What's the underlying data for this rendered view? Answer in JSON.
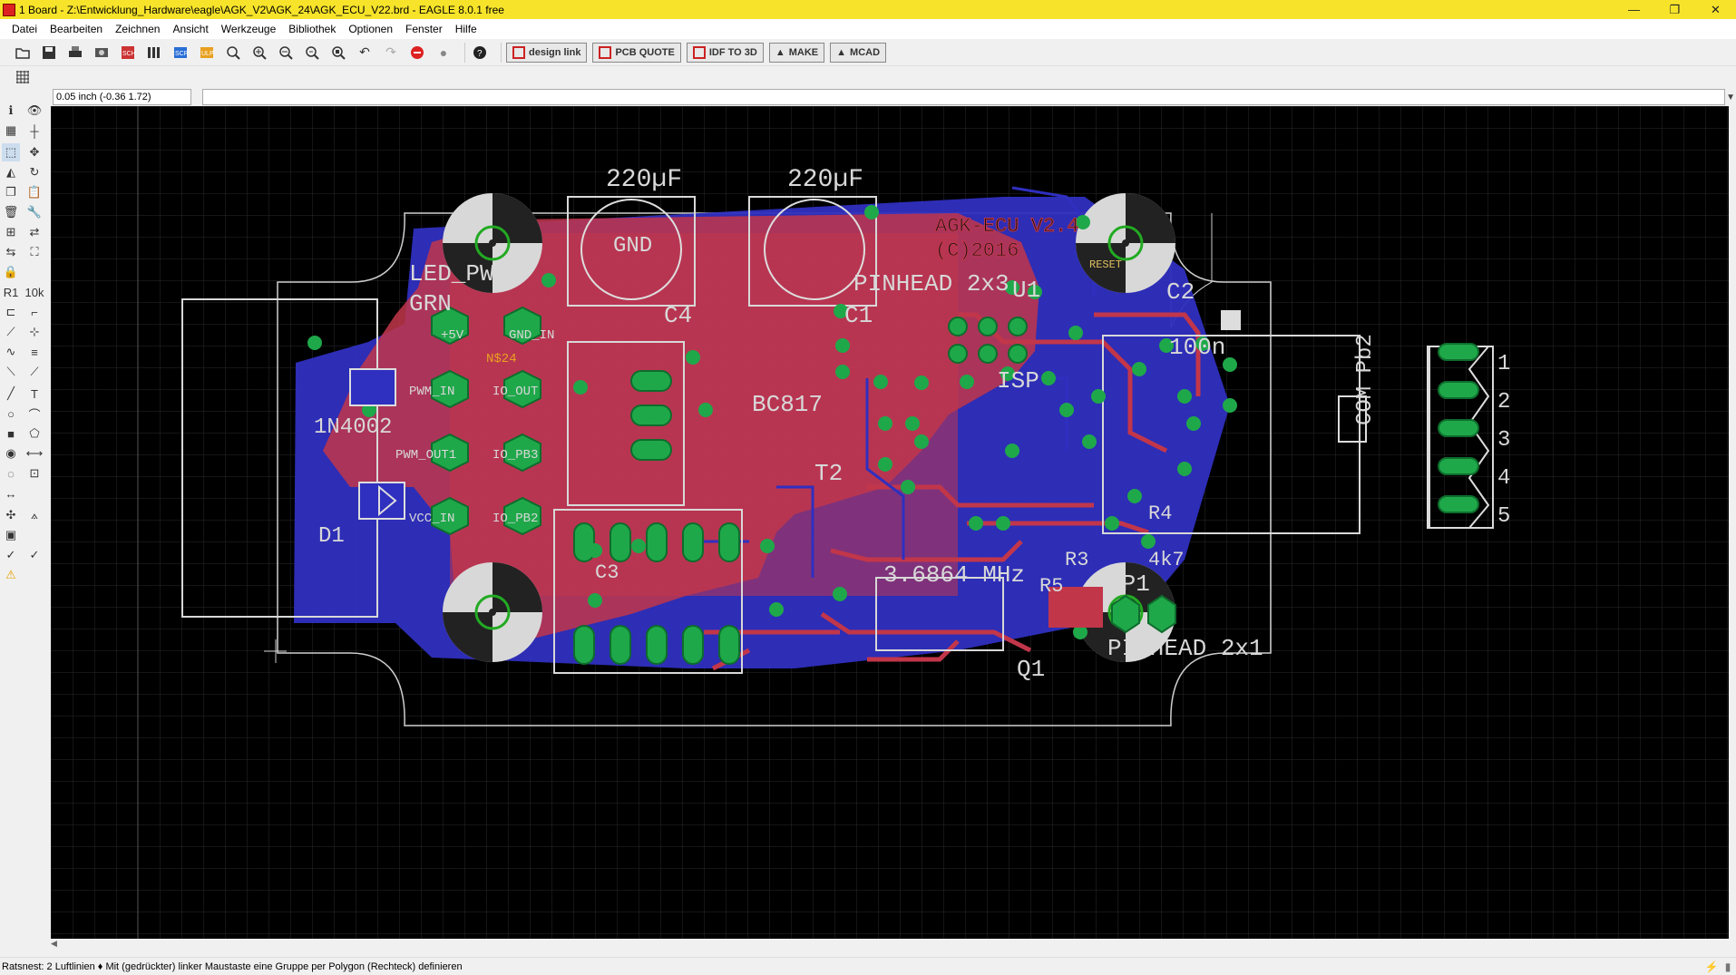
{
  "window": {
    "title": "1 Board - Z:\\Entwicklung_Hardware\\eagle\\AGK_V2\\AGK_24\\AGK_ECU_V22.brd - EAGLE 8.0.1 free",
    "minimize": "—",
    "maximize": "❐",
    "close": "✕"
  },
  "menu": [
    "Datei",
    "Bearbeiten",
    "Zeichnen",
    "Ansicht",
    "Werkzeuge",
    "Bibliothek",
    "Optionen",
    "Fenster",
    "Hilfe"
  ],
  "toolbar": {
    "designlink": "design link",
    "pcbquote": "PCB QUOTE",
    "idf": "IDF TO 3D",
    "make": "MAKE",
    "mcad": "MCAD"
  },
  "command": {
    "coord_text": "0.05 inch (-0.36 1.72)",
    "input_value": ""
  },
  "status": {
    "message": "Ratsnest: 2 Luftlinien  ♦ Mit (gedrückter) linker Maustaste eine Gruppe per Polygon (Rechteck) definieren"
  },
  "board": {
    "labels": {
      "cap1": "220µF",
      "cap2": "220µF",
      "c4": "C4",
      "c1": "C1",
      "c2": "C2",
      "c2val": "100n",
      "ledpwr": "LED_PWR",
      "grn": "GRN",
      "title": "AGK-ECU V2.4",
      "copy": "(C)2016",
      "pinhead23": "PINHEAD 2x3",
      "isp": "ISP",
      "bc817": "BC817",
      "t2": "T2",
      "d1": "D1",
      "in4002": "1N4002",
      "freq": "3.6864 MHz",
      "q1": "Q1",
      "jp1": "JP1",
      "pinhead21": "PINHEAD 2x1",
      "r3": "R3",
      "r4": "R4",
      "r4val": "4k7",
      "r5": "R5",
      "com": "COM Pb2",
      "gnd1": "GND",
      "p5v": "+5V",
      "pwm_in": "PWM_IN",
      "io_out": "IO_OUT",
      "pwm_out1": "PWM_OUT1",
      "io_pb3": "IO_PB3",
      "vcc_in": "VCC_IN",
      "io_pb2": "IO_PB2",
      "gnd_in": "GND_IN",
      "ns24": "N$24",
      "reset": "RESET",
      "c3": "C3",
      "u1": "U1",
      "conn_pins": [
        "1",
        "2",
        "3",
        "4",
        "5"
      ]
    },
    "colors": {
      "top": "#c2364a",
      "bottom": "#2f2fc0",
      "pad": "#1fa84a",
      "silk": "#d8d8d8",
      "grid": "#2a2a2a"
    }
  }
}
